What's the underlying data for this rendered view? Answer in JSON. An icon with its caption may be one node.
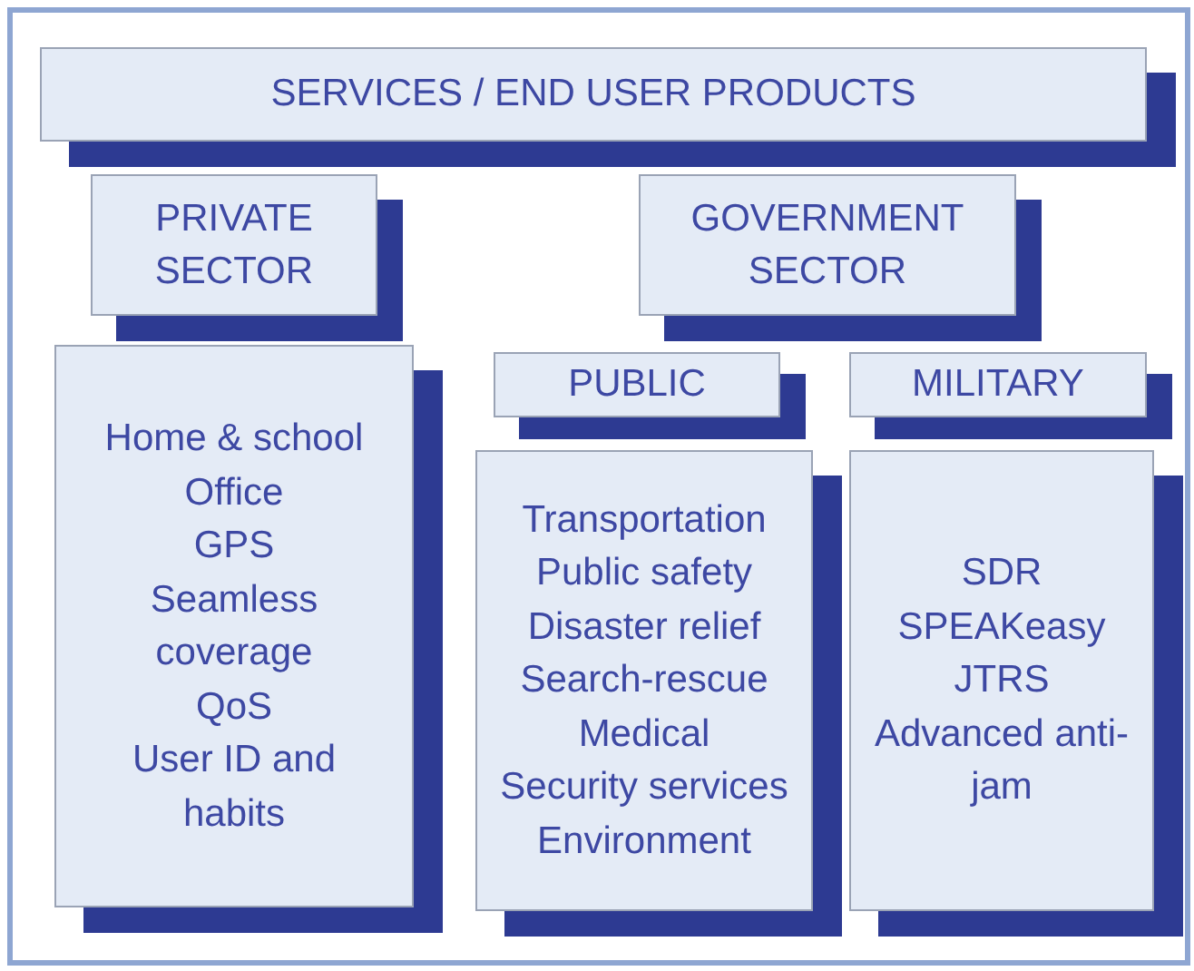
{
  "diagram": {
    "nodes": [
      {
        "text": [
          "SERVICES / END USER PRODUCTS"
        ]
      },
      {
        "text": [
          "PRIVATE SECTOR"
        ]
      },
      {
        "text": [
          "GOVERNMENT SECTOR"
        ]
      },
      {
        "text": [
          "Home & school",
          "Office",
          "GPS",
          "Seamless coverage",
          "QoS",
          "User ID and habits"
        ]
      },
      {
        "text": [
          "PUBLIC"
        ]
      },
      {
        "text": [
          "MILITARY"
        ]
      },
      {
        "text": [
          "Transportation",
          "Public safety",
          "Disaster relief",
          "Search-rescue",
          "Medical",
          "Security services",
          "Environment"
        ]
      },
      {
        "text": [
          "SDR",
          "SPEAKeasy",
          "JTRS",
          "Advanced anti-jam"
        ]
      }
    ]
  }
}
